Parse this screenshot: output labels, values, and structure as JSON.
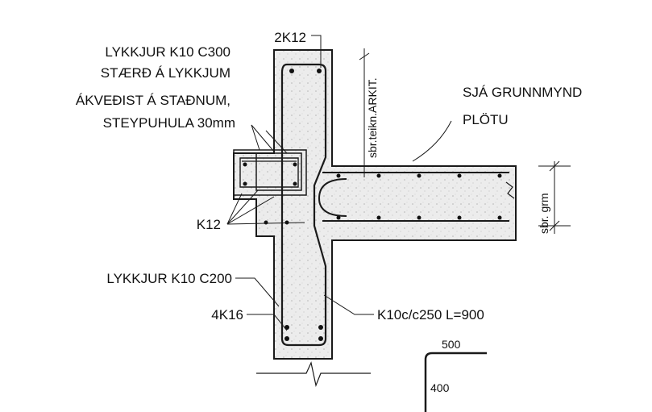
{
  "notes": {
    "loops_line1": "LYKKJUR K10 C300",
    "loops_line2": "STÆRÐ Á LYKKJUM",
    "loops_line3": "ÁKVEÐIST Á STAÐNUM,",
    "loops_line4": "STEYPUHULA 30mm",
    "top_bars": "2K12",
    "side_ref": "sbr.teikn.ARKIT.",
    "slab_ref_line1": "SJÁ GRUNNMYND",
    "slab_ref_line2": "PLÖTU",
    "slab_dim_ref": "sbr. grm",
    "k12": "K12",
    "stirrups": "LYKKJUR K10 C200",
    "bottom_bars": "4K16",
    "ties": "K10c/c250 L=900"
  },
  "bend_detail": {
    "horizontal": "500",
    "vertical": "400"
  },
  "colors": {
    "ink": "#1a1a1a",
    "concrete": "#e8e8e8",
    "paper": "#ffffff"
  }
}
